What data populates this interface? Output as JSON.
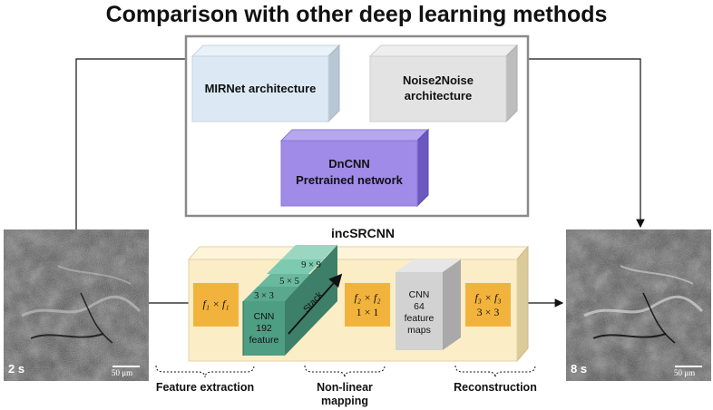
{
  "title": "Comparison with other deep learning methods",
  "methods": {
    "mirnet": "MIRNet architecture",
    "noise2noise_line1": "Noise2Noise",
    "noise2noise_line2": "architecture",
    "dncnn_line1": "DnCNN",
    "dncnn_line2": "Pretrained network"
  },
  "incsrcnn": {
    "label": "incSRCNN",
    "f1": "f₁ × f₁",
    "f2": "f₂ × f₂",
    "f2_kernel": "1 × 1",
    "f3": "f₃ × f₃",
    "f3_kernel": "3 × 3",
    "stack_kernels": [
      "9 × 9",
      "5 × 5",
      "3 × 3"
    ],
    "cnn1_line1": "CNN",
    "cnn1_line2": "192",
    "cnn1_line3": "feature",
    "stack_label": "Stack",
    "cnn2_line1": "CNN",
    "cnn2_line2": "64",
    "cnn2_line3": "feature",
    "cnn2_line4": "maps"
  },
  "images": {
    "input_label": "2 s",
    "output_label": "8 s",
    "scale_bar": "50 μm"
  },
  "stages": {
    "feature_extraction": "Feature extraction",
    "nonlinear_line1": "Non-linear",
    "nonlinear_line2": "mapping",
    "reconstruction": "Reconstruction"
  },
  "colors": {
    "mirnet_fill": "#dce9f5",
    "noise2noise_fill": "#e3e3e3",
    "dncnn_fill": "#a08be8",
    "incsrcnn_fill": "#fbedc6",
    "filter_fill": "#f2b33d",
    "stack_fill": "#4e9e84",
    "cnn64_fill": "#d2d2d2"
  }
}
